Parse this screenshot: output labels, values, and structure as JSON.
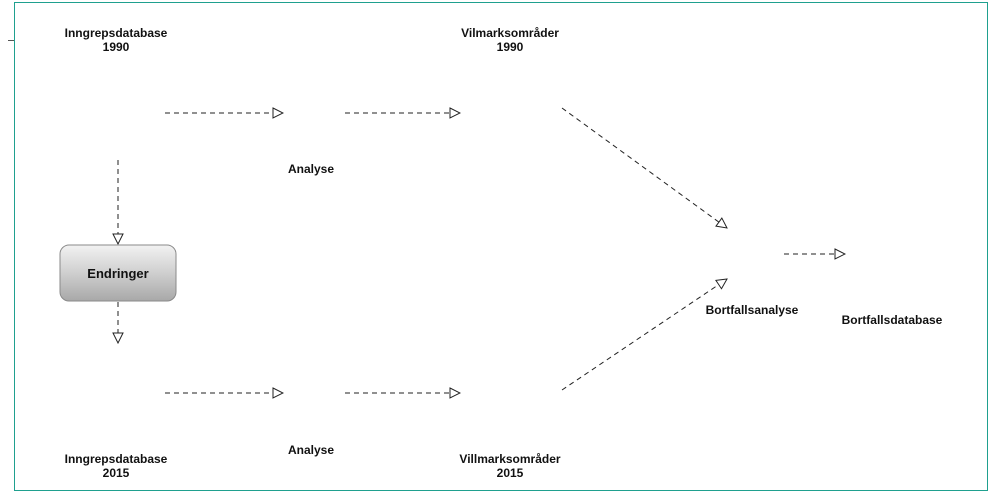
{
  "nodes": {
    "inngreps1990": {
      "line1": "Inngrepsdatabase",
      "line2": "1990"
    },
    "vilmark1990": {
      "line1": "Vilmarksområder",
      "line2": "1990"
    },
    "analyse_top": {
      "label": "Analyse"
    },
    "endringer": {
      "label": "Endringer"
    },
    "inngreps2015": {
      "line1": "Inngrepsdatabase",
      "line2": "2015"
    },
    "analyse_bottom": {
      "label": "Analyse"
    },
    "villmark2015": {
      "line1": "Villmarksområder",
      "line2": "2015"
    },
    "bortfallsanalyse": {
      "label": "Bortfallsanalyse"
    },
    "bortfallsdatabase": {
      "label": "Bortfallsdatabase"
    }
  },
  "edges": [
    {
      "from": "inngreps1990",
      "to": "analyse_top"
    },
    {
      "from": "analyse_top",
      "to": "vilmark1990"
    },
    {
      "from": "inngreps1990",
      "to": "endringer"
    },
    {
      "from": "endringer",
      "to": "inngreps2015"
    },
    {
      "from": "inngreps2015",
      "to": "analyse_bottom"
    },
    {
      "from": "analyse_bottom",
      "to": "villmark2015"
    },
    {
      "from": "vilmark1990",
      "to": "bortfallsanalyse"
    },
    {
      "from": "villmark2015",
      "to": "bortfallsanalyse"
    },
    {
      "from": "bortfallsanalyse",
      "to": "bortfallsdatabase"
    }
  ],
  "colors": {
    "frame": "#1fa08f",
    "cylinder": "#8c8c8c",
    "gear": "#a8a8a8",
    "box": "#c9c9c9"
  }
}
